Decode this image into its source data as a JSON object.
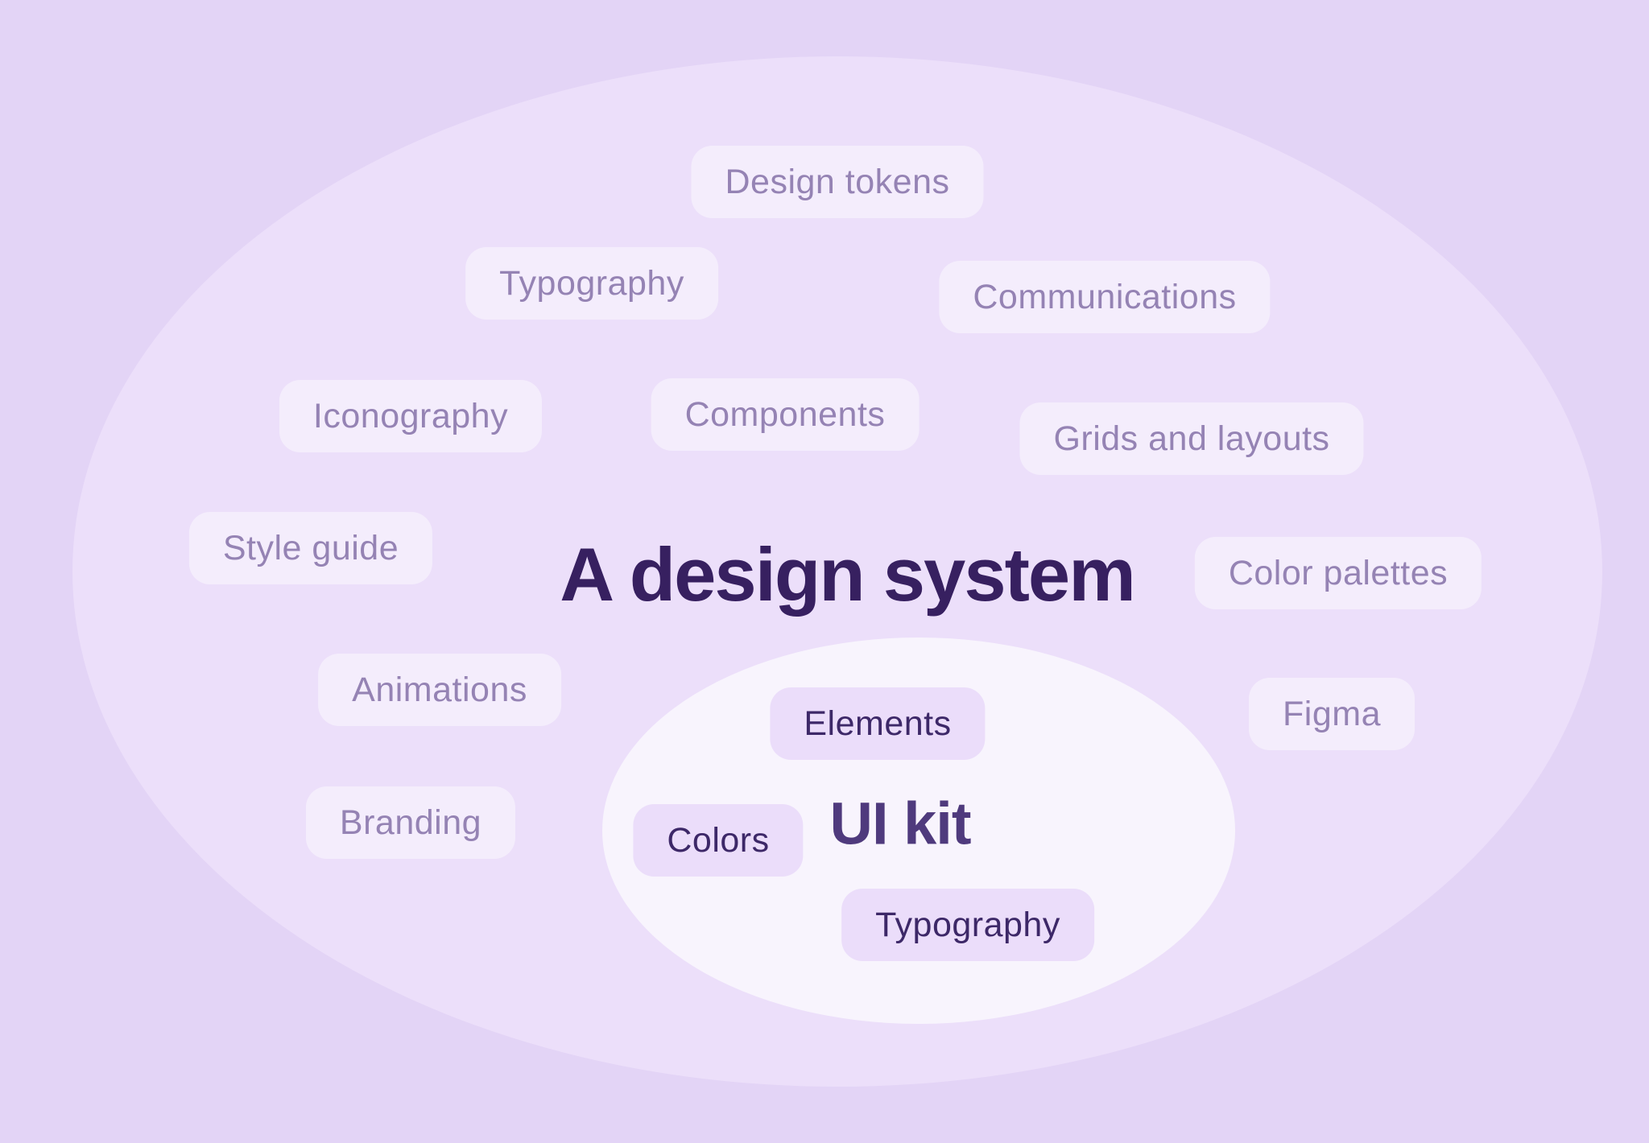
{
  "title": "A design system",
  "outer_labels": [
    "Design tokens",
    "Typography",
    "Communications",
    "Iconography",
    "Components",
    "Grids and layouts",
    "Style guide",
    "Color palettes",
    "Animations",
    "Figma",
    "Branding"
  ],
  "ui_kit": {
    "title": "UI kit",
    "labels": [
      "Elements",
      "Colors",
      "Typography"
    ]
  },
  "colors": {
    "page_background": "#e3d4f6",
    "outer_ellipse": "#ecdffa",
    "inner_ellipse": "#f8f4fd",
    "outer_pill_background": "#f4edfc",
    "outer_pill_text": "#9583b4",
    "inner_pill_background": "#ebddfa",
    "inner_pill_text": "#3d2868",
    "title_text": "#372060",
    "uikit_title_text": "#4f3a7d"
  }
}
